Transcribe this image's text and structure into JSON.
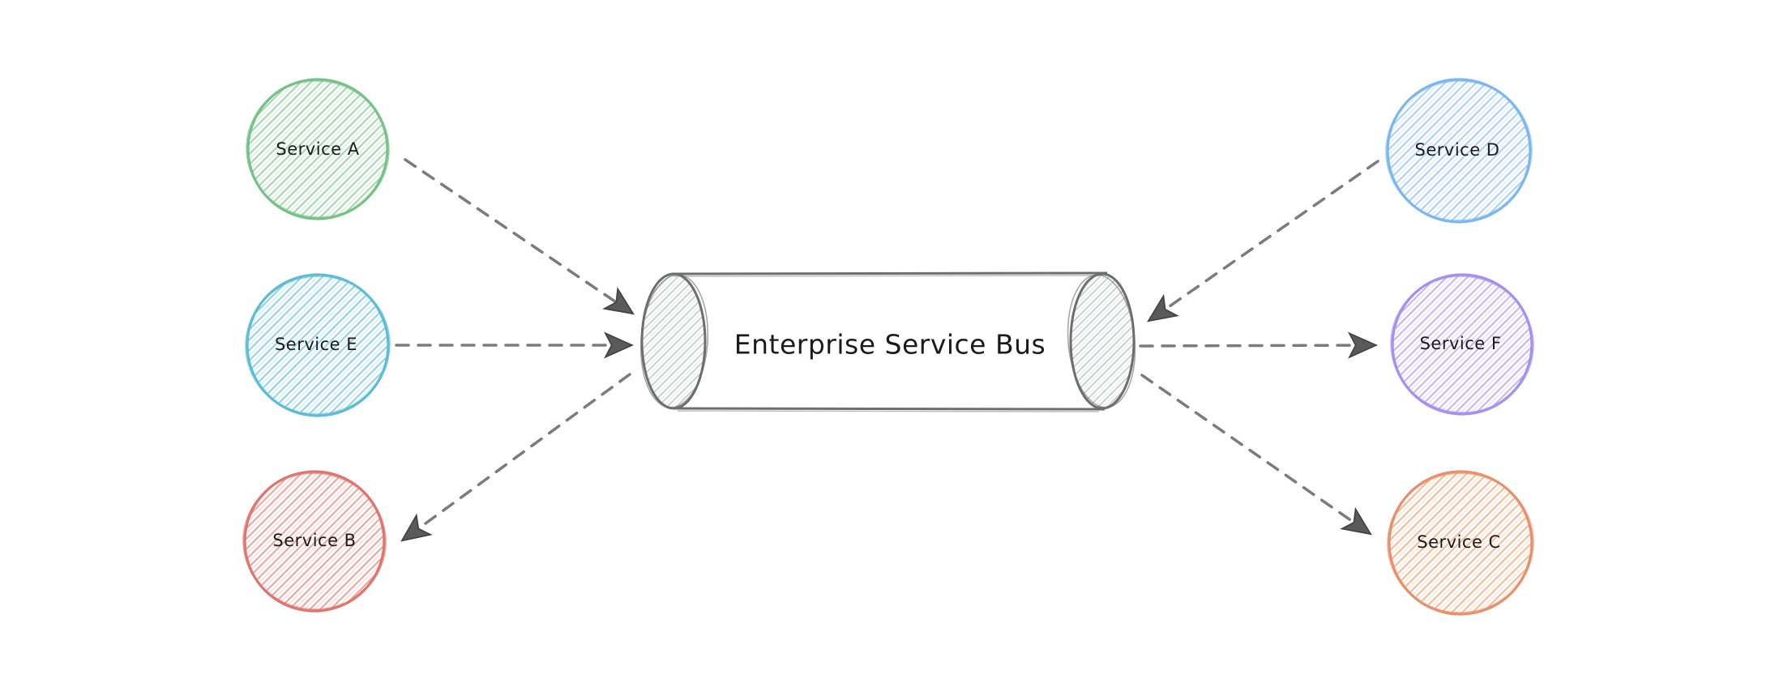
{
  "diagram": {
    "type": "architecture-diagram",
    "bus": {
      "label": "Enterprise Service Bus",
      "stroke": "#6e6e6e",
      "hatch": "#c6cbd0"
    },
    "nodes": [
      {
        "id": "service-a",
        "label": "Service A",
        "side": "left",
        "stroke": "#74c287",
        "hatch": "#9fd8ac"
      },
      {
        "id": "service-e",
        "label": "Service E",
        "side": "left",
        "stroke": "#5cbcd6",
        "hatch": "#8fd3e5"
      },
      {
        "id": "service-b",
        "label": "Service B",
        "side": "left",
        "stroke": "#e0756e",
        "hatch": "#eda49e"
      },
      {
        "id": "service-d",
        "label": "Service D",
        "side": "right",
        "stroke": "#7ab7ee",
        "hatch": "#a9cff6"
      },
      {
        "id": "service-f",
        "label": "Service F",
        "side": "right",
        "stroke": "#a58ff0",
        "hatch": "#c5b5f4"
      },
      {
        "id": "service-c",
        "label": "Service C",
        "side": "right",
        "stroke": "#e8906a",
        "hatch": "#f4bb92"
      }
    ],
    "edges": [
      {
        "from": "Service A",
        "to": "Enterprise Service Bus",
        "style": "dashed-arrow"
      },
      {
        "from": "Service E",
        "to": "Enterprise Service Bus",
        "style": "dashed-arrow"
      },
      {
        "from": "Enterprise Service Bus",
        "to": "Service B",
        "style": "dashed-arrow"
      },
      {
        "from": "Service D",
        "to": "Enterprise Service Bus",
        "style": "dashed-arrow"
      },
      {
        "from": "Enterprise Service Bus",
        "to": "Service F",
        "style": "dashed-arrow"
      },
      {
        "from": "Enterprise Service Bus",
        "to": "Service C",
        "style": "dashed-arrow"
      }
    ]
  },
  "colors": {
    "background": "#ffffff",
    "text": "#1b1b1b",
    "connector": "#7b7b7b",
    "arrowhead": "#5a5a5a"
  }
}
